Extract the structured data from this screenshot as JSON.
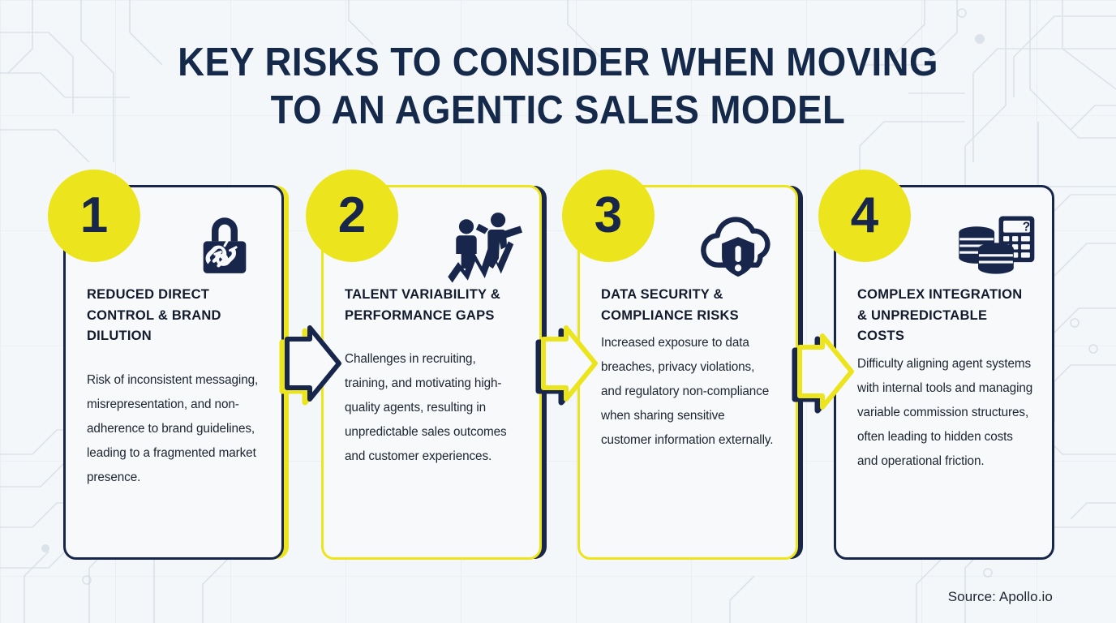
{
  "title": {
    "line1": "KEY RISKS TO CONSIDER WHEN MOVING",
    "line2": "TO AN AGENTIC SALES MODEL"
  },
  "colors": {
    "navy": "#17264a",
    "yellow": "#ece51d",
    "background": "#f4f7fa",
    "card_fill": "#f7f9fb",
    "heading_text": "#121a2c",
    "body_text": "#1c2430"
  },
  "cards": [
    {
      "number": "1",
      "icon": "broken-chain-padlock-icon",
      "heading": "REDUCED DIRECT CONTROL & BRAND DILUTION",
      "body": "Risk of inconsistent messaging, misrepresentation, and non-adherence to brand guidelines, leading to a fragmented market presence.",
      "theme": "navy"
    },
    {
      "number": "2",
      "icon": "people-performance-chart-icon",
      "heading": "TALENT VARIABILITY & PERFORMANCE GAPS",
      "body": "Challenges in recruiting, training, and motivating high-quality agents, resulting in unpredictable sales outcomes and customer experiences.",
      "theme": "yellow"
    },
    {
      "number": "3",
      "icon": "cloud-shield-alert-icon",
      "heading": "DATA SECURITY & COMPLIANCE RISKS",
      "body": "Increased exposure to data breaches, privacy violations, and regulatory non-compliance when sharing sensitive customer information externally.",
      "theme": "yellow"
    },
    {
      "number": "4",
      "icon": "coins-calculator-icon",
      "heading": "COMPLEX INTEGRATION & UNPREDICTABLE COSTS",
      "body": "Difficulty aligning agent systems with internal tools and managing variable commission structures, often leading to hidden costs and operational friction.",
      "theme": "plain"
    }
  ],
  "arrows": [
    {
      "name": "arrow-1-to-2",
      "front": "navy"
    },
    {
      "name": "arrow-2-to-3",
      "front": "yellow"
    },
    {
      "name": "arrow-3-to-4",
      "front": "yellow"
    }
  ],
  "source": "Source: Apollo.io"
}
